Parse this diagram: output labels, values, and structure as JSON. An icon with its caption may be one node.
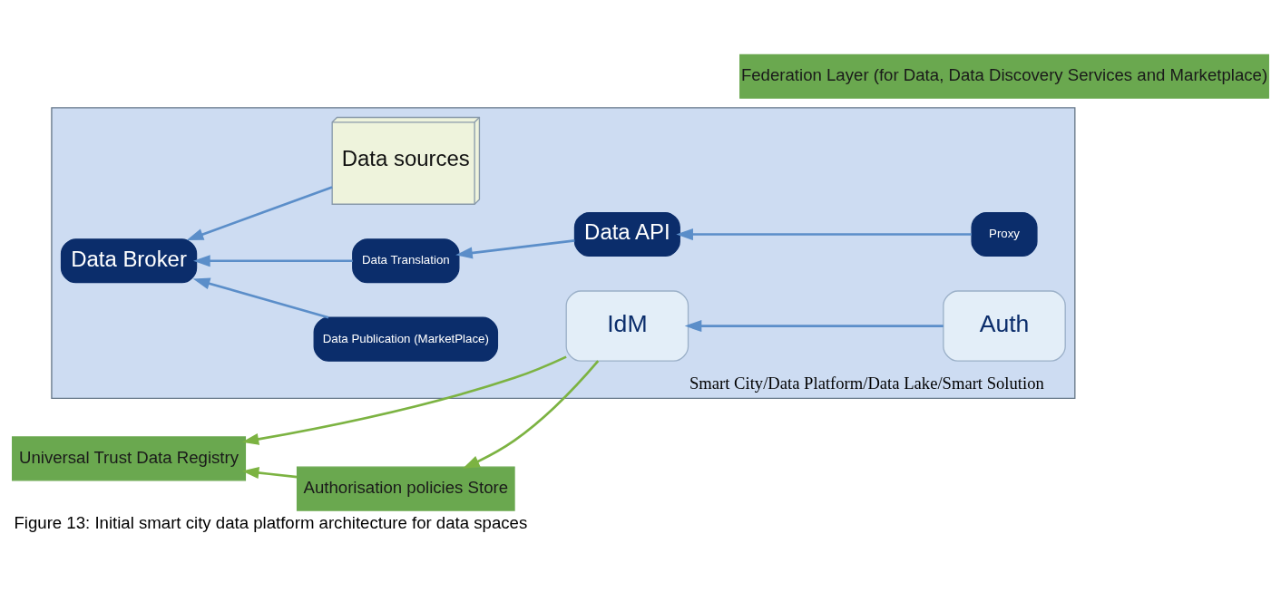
{
  "diagram": {
    "caption": "Figure 13: Initial smart city data platform architecture for data spaces",
    "nodes": [
      {
        "text": [
          "Smart City/Data Platform/Data Lake/Smart Solution"
        ]
      },
      {
        "text": [
          "Universal Trust Data Registry"
        ]
      },
      {
        "text": [
          "Authorisation policies Store"
        ]
      },
      {
        "text": [
          "IdM"
        ],
        "in": 0
      },
      {
        "text": [
          "Auth"
        ],
        "in": 0
      },
      {
        "text": [
          "Data sources"
        ],
        "in": 0
      },
      {
        "text": [
          "Data Broker"
        ],
        "in": 0
      },
      {
        "text": [
          "Data Translation"
        ],
        "in": 0
      },
      {
        "text": [
          "Data API"
        ],
        "in": 0
      },
      {
        "text": [
          "Proxy"
        ],
        "in": 0
      },
      {
        "text": [
          "Data Publication (MarketPlace)"
        ],
        "in": 0
      },
      {
        "text": [
          "Federation Layer (for Data, Data Discovery Services and Marketplace)"
        ]
      }
    ],
    "edges": [
      {
        "from": 2,
        "to": 1,
        "arrow": "to",
        "color": "#7cb342"
      },
      {
        "from": 3,
        "to": 1,
        "arrow": "to",
        "color": "#7cb342"
      },
      {
        "from": 3,
        "to": 2,
        "arrow": "to",
        "color": "#7cb342"
      },
      {
        "from": 4,
        "to": 3,
        "arrow": "to"
      },
      {
        "from": 5,
        "to": 6,
        "arrow": "to"
      },
      {
        "from": 7,
        "to": 6,
        "arrow": "to"
      },
      {
        "from": 8,
        "to": 7,
        "arrow": "to"
      },
      {
        "from": 9,
        "to": 8,
        "arrow": "to"
      },
      {
        "from": 10,
        "to": 6,
        "arrow": "to"
      }
    ]
  }
}
